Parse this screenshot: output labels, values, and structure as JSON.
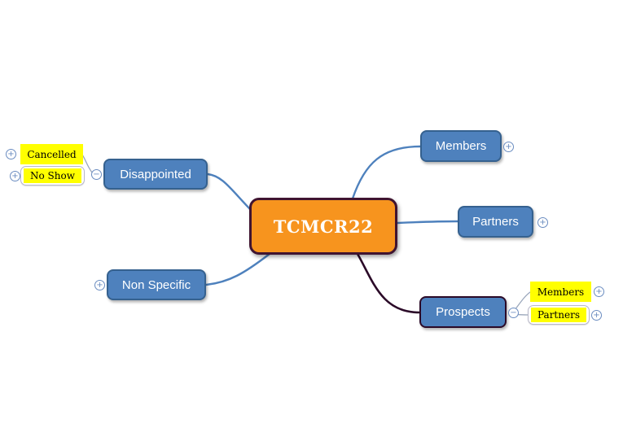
{
  "colors": {
    "node-blue": "#4E81BD",
    "node-blue-border": "#35618F",
    "root-orange": "#F7941E",
    "root-border": "#401430",
    "connector-blue": "#4E81BD",
    "connector-dark": "#2B0A28",
    "connector-sub": "#9aa7bb",
    "toggle-blue": "#6A8CC0",
    "highlight-yellow": "#FFFF00"
  },
  "mindmap": {
    "root": {
      "label": "TCMCR22"
    },
    "branches": {
      "members": {
        "label": "Members",
        "toggle": "+"
      },
      "partners": {
        "label": "Partners",
        "toggle": "+"
      },
      "prospects": {
        "label": "Prospects",
        "toggle": "−",
        "children": {
          "members": {
            "label": "Members",
            "toggle": "+"
          },
          "partners": {
            "label": "Partners",
            "toggle": "+"
          }
        }
      },
      "disappointed": {
        "label": "Disappointed",
        "toggle": "−",
        "children": {
          "cancelled": {
            "label": "Cancelled",
            "toggle": "+"
          },
          "noshow": {
            "label": "No Show",
            "toggle": "+"
          }
        }
      },
      "nonspecific": {
        "label": "Non Specific",
        "toggle": "+"
      }
    }
  }
}
